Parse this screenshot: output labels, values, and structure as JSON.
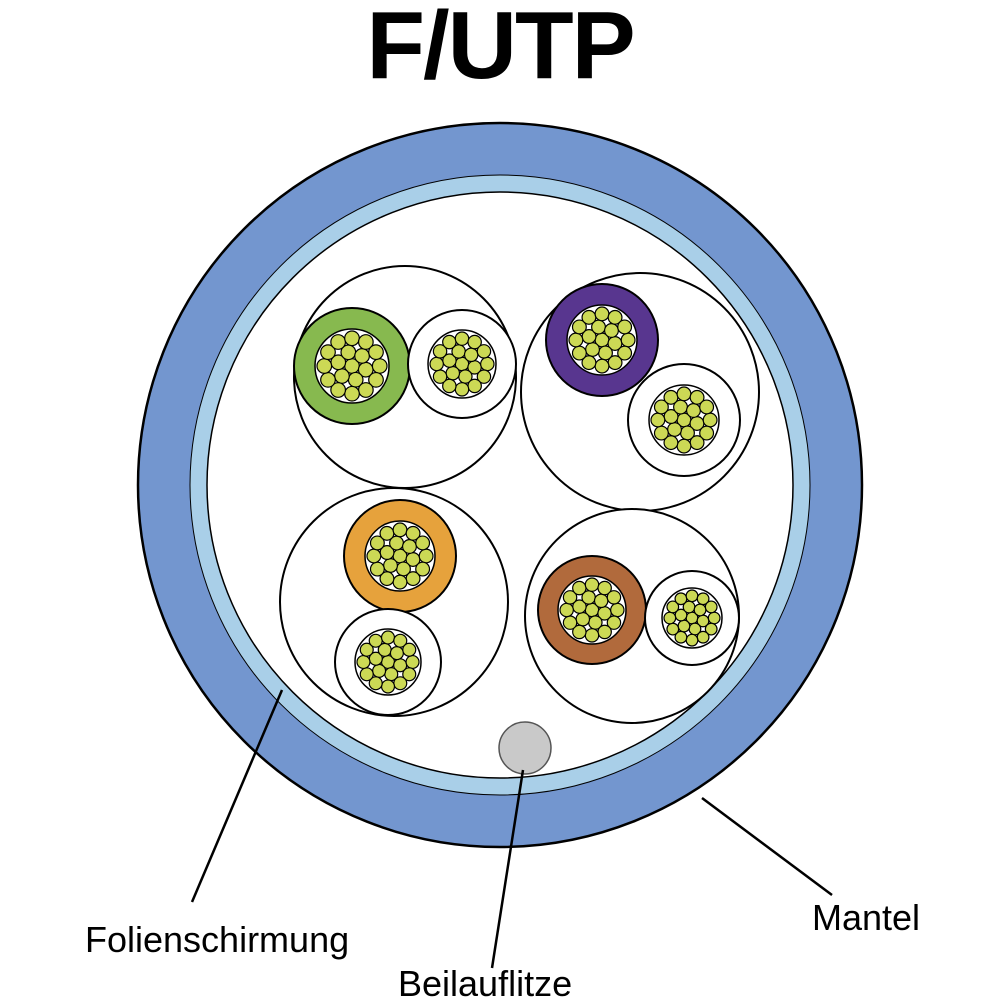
{
  "title": "F/UTP",
  "labels": {
    "foil_shield": "Folienschirmung",
    "drain_wire": "Beilauflitze",
    "jacket": "Mantel"
  },
  "colors": {
    "jacket": "#7396cf",
    "foil_shield": "#a9cfe8",
    "core_background": "#ffffff",
    "wire_insulation_white": "#ffffff",
    "conductor_strands": "#ccd955",
    "drain_wire": "#c9c9c9",
    "outline": "#000000",
    "label_text": "#000000"
  },
  "pairs": [
    {
      "name": "pair-green",
      "insulation_color": "#87b94f"
    },
    {
      "name": "pair-violet",
      "insulation_color": "#58368f"
    },
    {
      "name": "pair-orange",
      "insulation_color": "#e6a23c"
    },
    {
      "name": "pair-brown",
      "insulation_color": "#b16a3c"
    }
  ],
  "structure": {
    "pair_count": 4,
    "wires_per_pair": 2
  }
}
